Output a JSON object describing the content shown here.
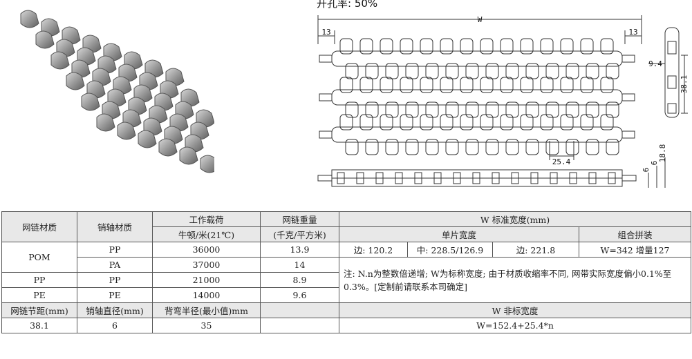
{
  "open_rate": "开孔率: 50%",
  "drawing": {
    "width_label": "W",
    "edge_left": "13",
    "edge_right": "13",
    "pitch_bottom": "25.4",
    "side_dim_1": "9.4",
    "side_dim_2": "38.1",
    "side_dim_3": "18.8",
    "side_dim_4": "6",
    "side_dim_5": "6"
  },
  "table": {
    "h_chain_material": "网链材质",
    "h_pin_material": "销轴材质",
    "h_work_load": "工作载荷",
    "h_work_load_unit": "牛顿/米(21℃)",
    "h_chain_weight": "网链重量",
    "h_chain_weight_unit": "(千克/平方米)",
    "h_std_width": "W 标准宽度(mm)",
    "h_single_width": "单片宽度",
    "h_combo": "组合拼装",
    "rows": [
      {
        "chain": "POM",
        "pin": "PP",
        "load": "36000",
        "weight": "13.9"
      },
      {
        "chain": "",
        "pin": "PA",
        "load": "37000",
        "weight": "14"
      },
      {
        "chain": "PP",
        "pin": "PP",
        "load": "21000",
        "weight": "8.9"
      },
      {
        "chain": "PE",
        "pin": "PE",
        "load": "14000",
        "weight": "9.6"
      }
    ],
    "edge_a": "边: 120.2",
    "middle": "中: 228.5/126.9",
    "edge_b": "边: 221.8",
    "combo_value": "W=342 增量127",
    "note": "注: N.n为整数倍递增; W为标称宽度; 由于材质收缩率不同, 网带实际宽度偏小0.1%至0.3%。[定制前请联系本司确定]",
    "h_pitch": "网链节距(mm)",
    "h_pin_dia": "销轴直径(mm)",
    "h_bend_radius": "背弯半径(最小值)mm",
    "h_nonstd_width": "W 非标宽度",
    "pitch": "38.1",
    "pin_dia": "6",
    "bend_radius": "35",
    "nonstd_formula": "W=152.4+25.4*n"
  }
}
